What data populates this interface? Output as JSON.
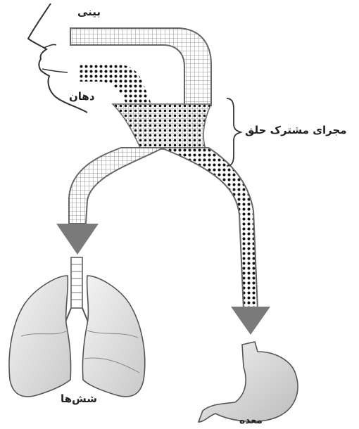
{
  "labels": {
    "nose": "بینی",
    "mouth": "دهان",
    "pharynx": "مجرای مشترک حلق",
    "lungs": "شش‌ها",
    "stomach": "معده"
  },
  "legend_semantics": {
    "air_pathway_pattern": "grid",
    "food_pathway_pattern": "dots"
  }
}
